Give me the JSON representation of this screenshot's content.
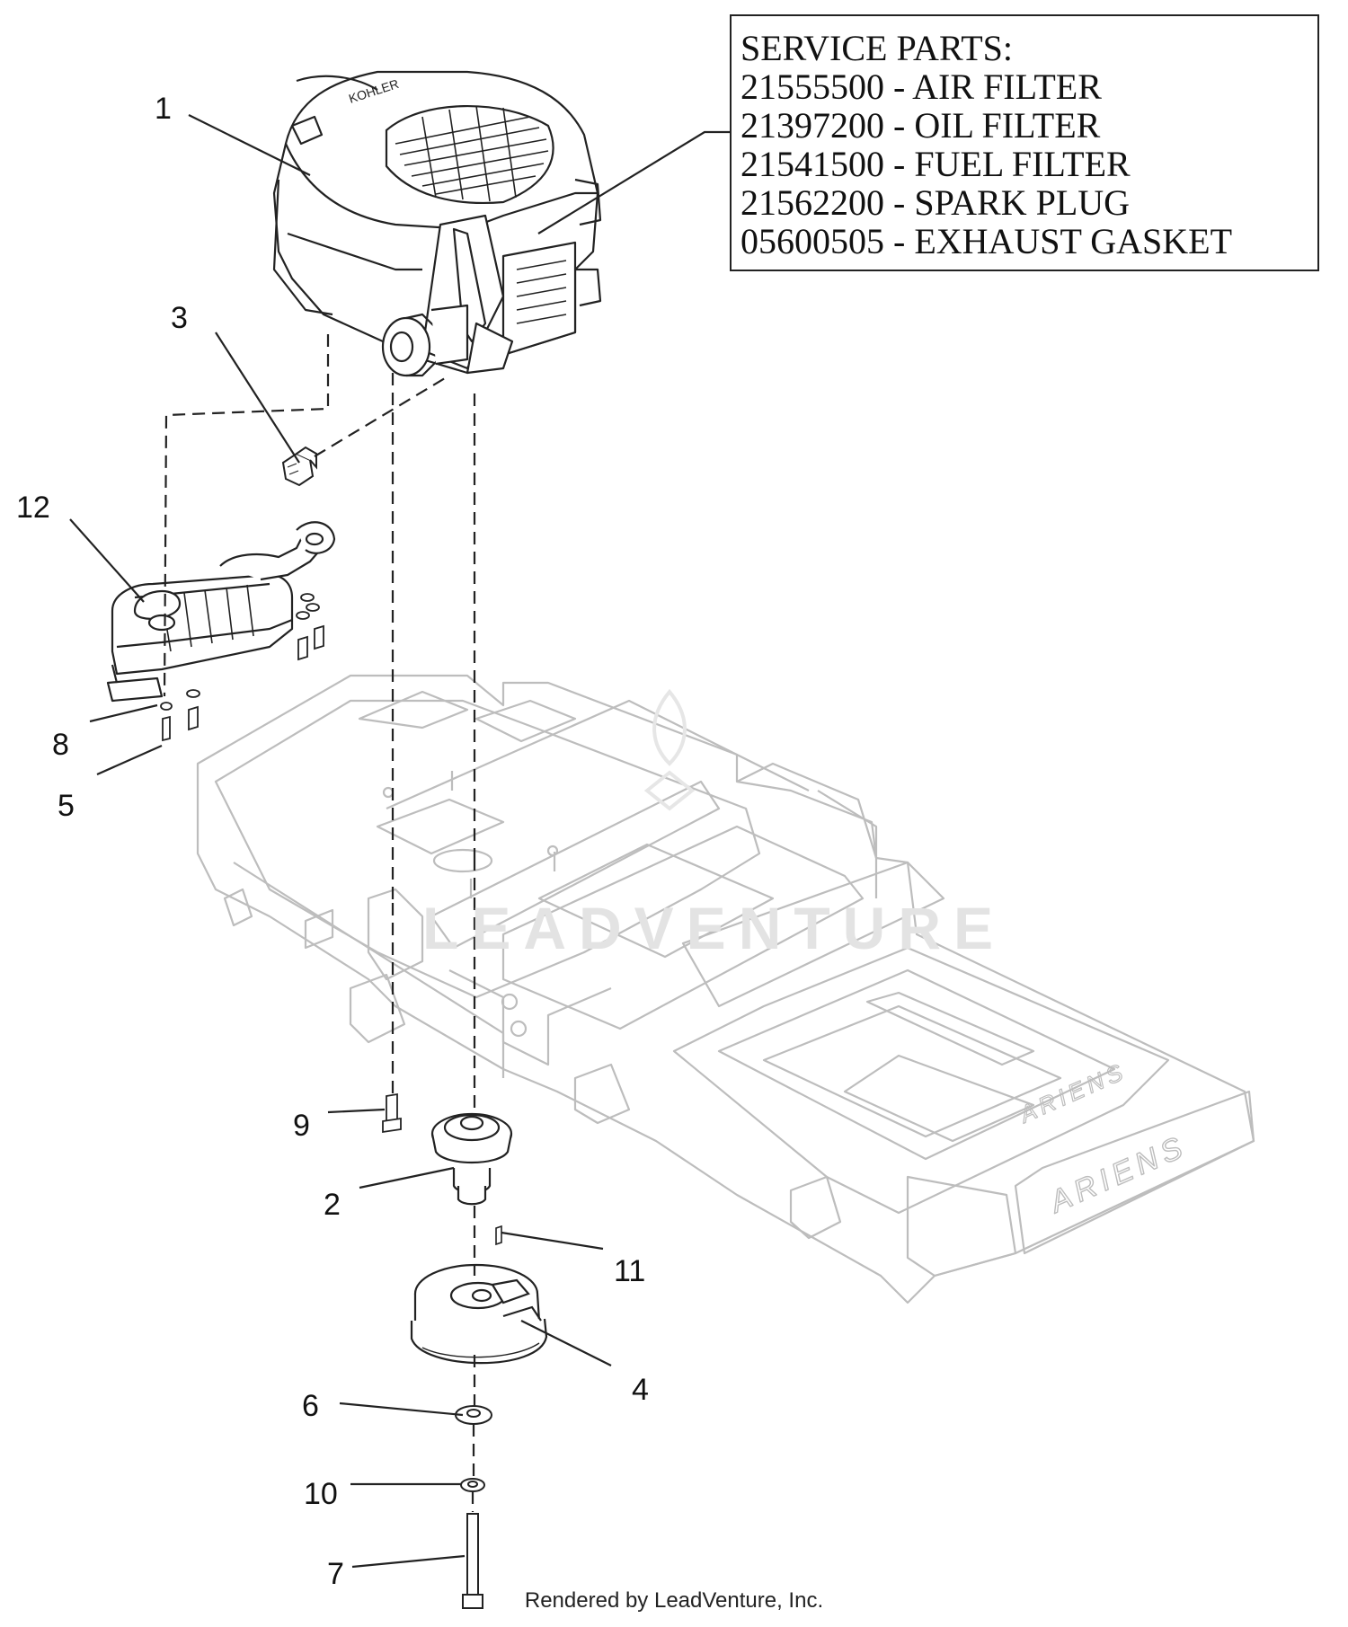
{
  "service_parts": {
    "heading": "SERVICE PARTS:",
    "items": [
      "21555500 - AIR FILTER",
      "21397200 - OIL FILTER",
      "21541500 - FUEL FILTER",
      "21562200 - SPARK PLUG",
      "05600505 - EXHAUST GASKET"
    ]
  },
  "callouts": {
    "c1": "1",
    "c2": "2",
    "c3": "3",
    "c4": "4",
    "c5": "5",
    "c6": "6",
    "c7": "7",
    "c8": "8",
    "c9": "9",
    "c10": "10",
    "c11": "11",
    "c12": "12"
  },
  "frame_branding": "ARIENS",
  "watermark": "LEADVENTURE",
  "footer": "Rendered by LeadVenture, Inc.",
  "colors": {
    "line": "#222222",
    "frame": "#bdbdbd",
    "watermark": "#e3e3e3"
  }
}
